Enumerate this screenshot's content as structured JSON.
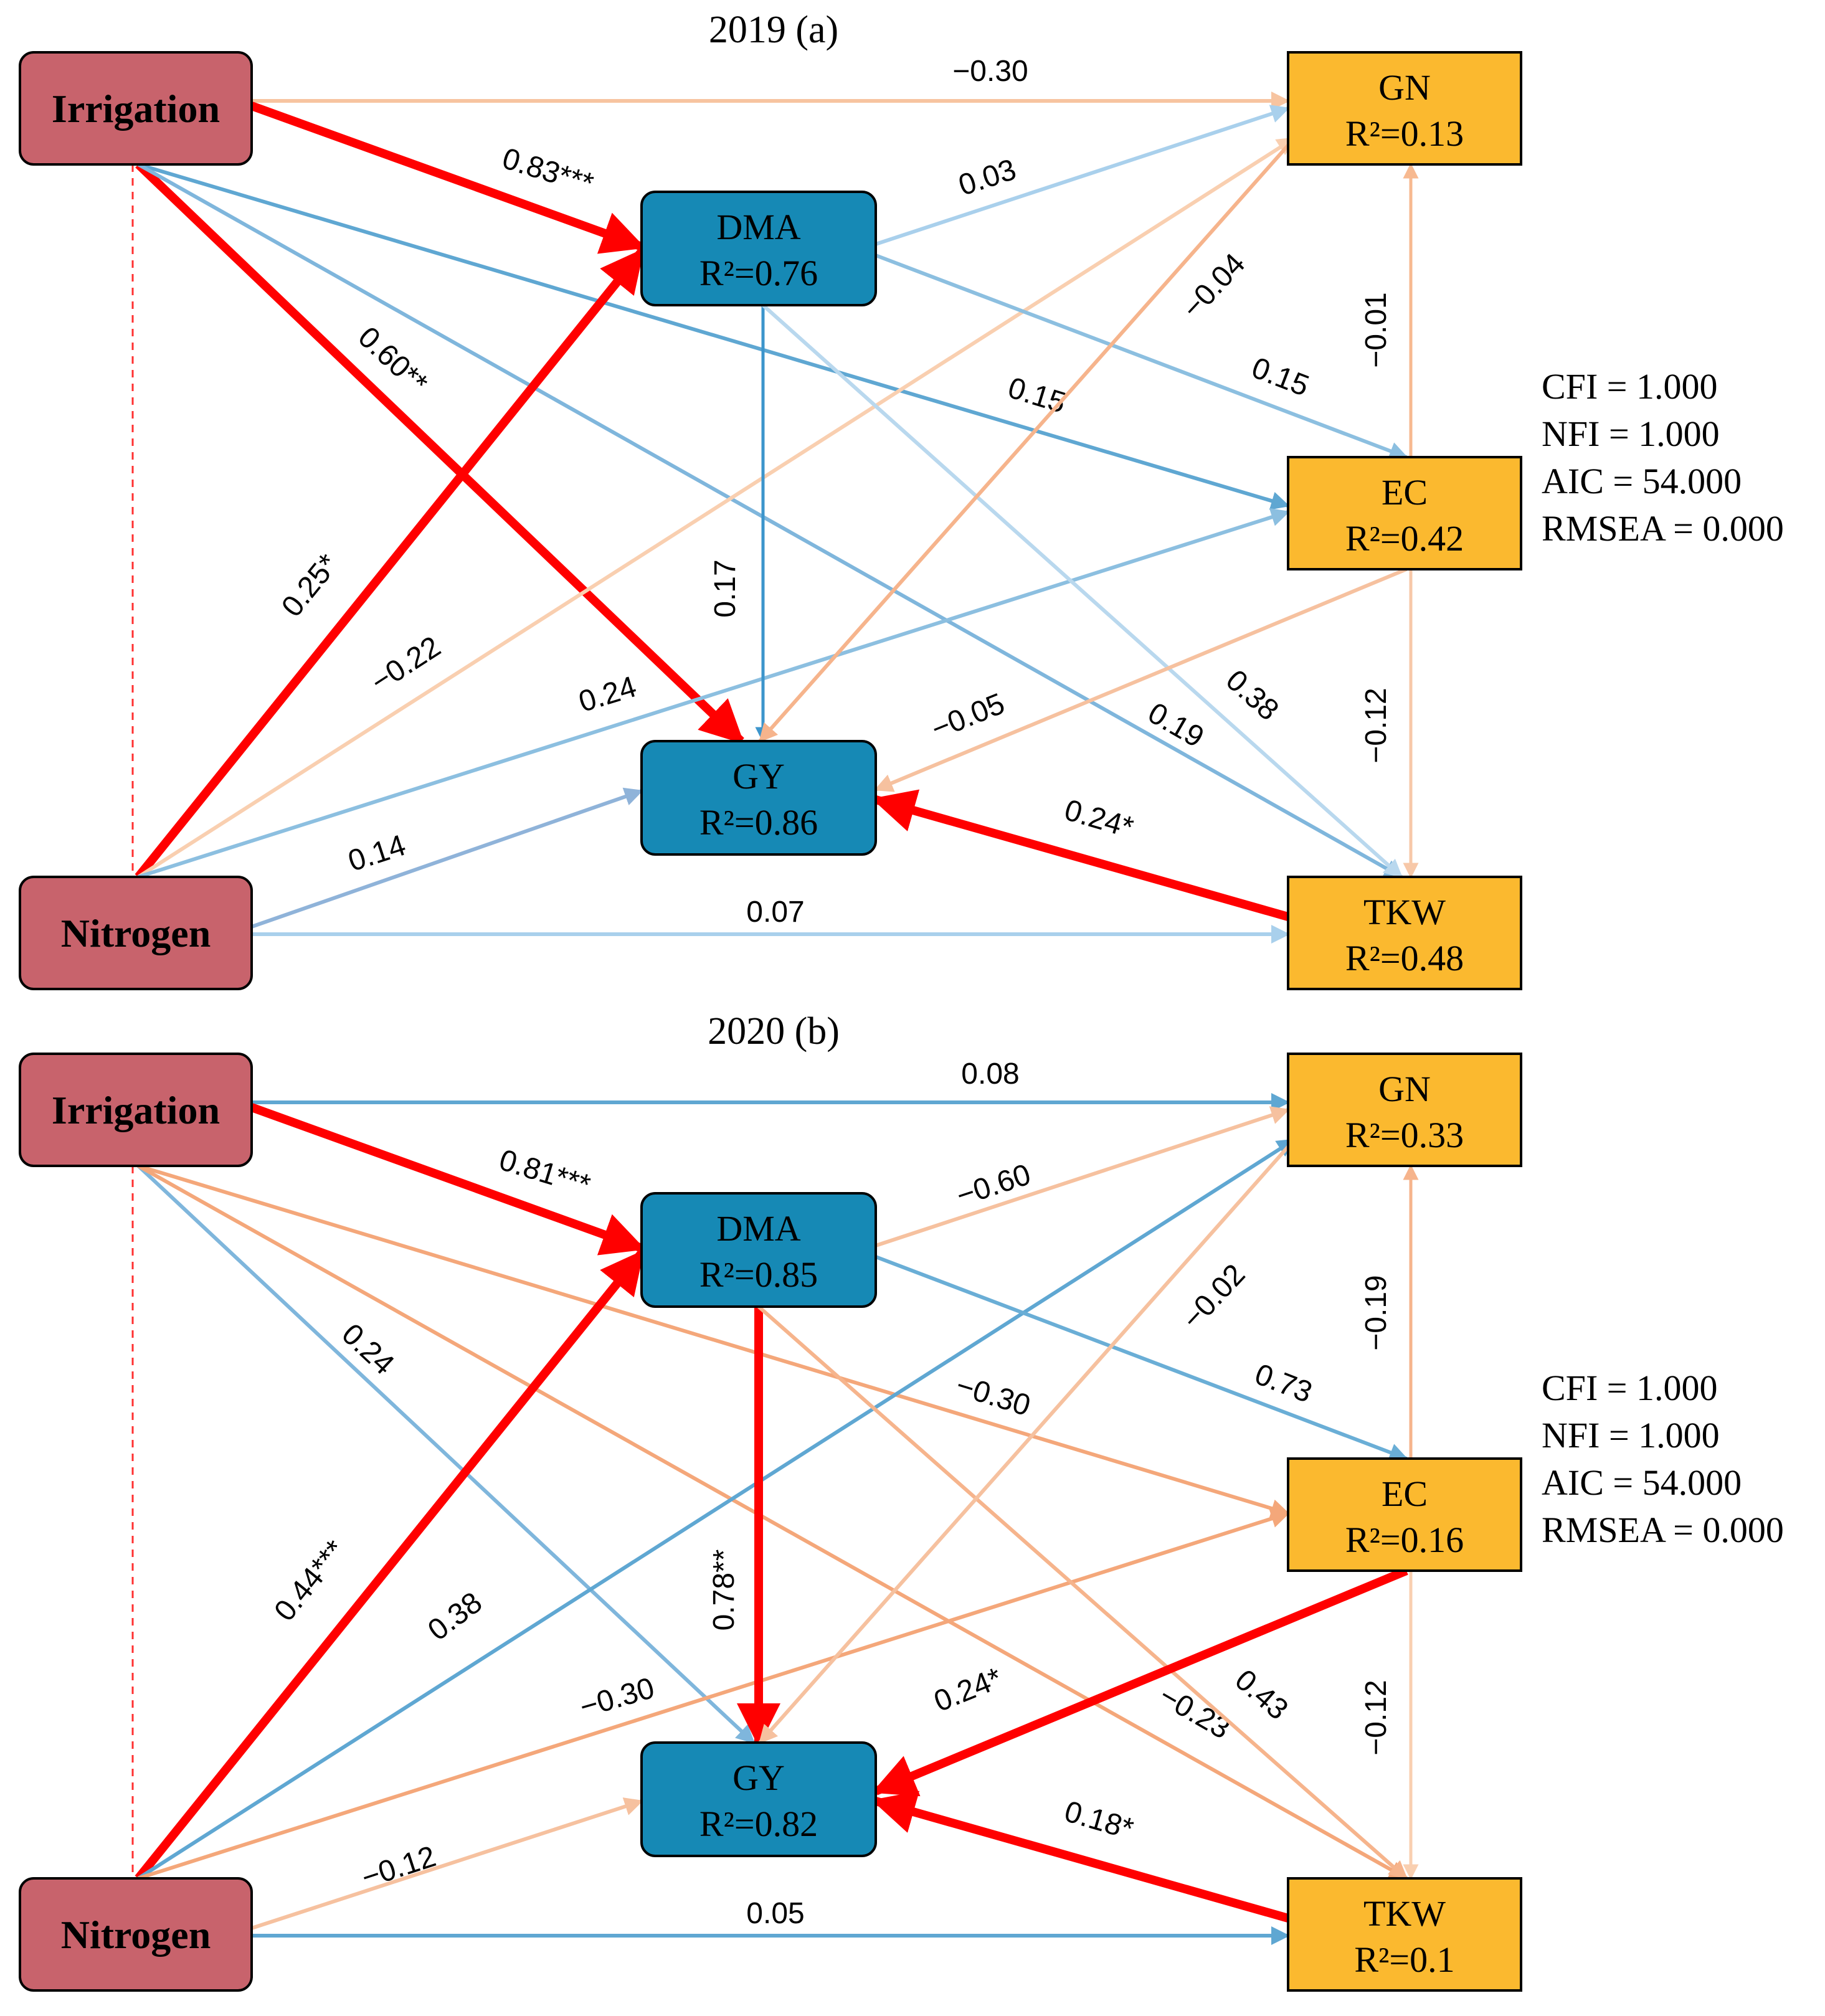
{
  "colors": {
    "exogenous_fill": "#c8636c",
    "mediator_fill": "#1689b5",
    "outcome_fill": "#fbb92f",
    "strong_positive": "#ff0000"
  },
  "panels": [
    {
      "title": "2019  (a)",
      "nodes": {
        "irrigation": {
          "name": "Irrigation",
          "r2": ""
        },
        "nitrogen": {
          "name": "Nitrogen",
          "r2": ""
        },
        "dma": {
          "name": "DMA",
          "r2": "R²=0.76"
        },
        "gy": {
          "name": "GY",
          "r2": "R²=0.86"
        },
        "gn": {
          "name": "GN",
          "r2": "R²=0.13"
        },
        "ec": {
          "name": "EC",
          "r2": "R²=0.42"
        },
        "tkw": {
          "name": "TKW",
          "r2": "R²=0.48"
        }
      },
      "paths": [
        {
          "from": "irrigation",
          "to": "gn",
          "label": "−0.30",
          "color": "#f7c4a0"
        },
        {
          "from": "irrigation",
          "to": "dma",
          "label": "0.83***",
          "color": "#ff0000"
        },
        {
          "from": "irrigation",
          "to": "gy",
          "label": "0.60**",
          "color": "#ff0000"
        },
        {
          "from": "irrigation",
          "to": "ec",
          "label": "0.15",
          "color": "#5fa7d2"
        },
        {
          "from": "irrigation",
          "to": "tkw",
          "label": "0.19",
          "color": "#7fb6dc"
        },
        {
          "from": "nitrogen",
          "to": "dma",
          "label": "0.25*",
          "color": "#ff0000"
        },
        {
          "from": "nitrogen",
          "to": "gn",
          "label": "−0.22",
          "color": "#f9cfb0"
        },
        {
          "from": "nitrogen",
          "to": "ec",
          "label": "0.24",
          "color": "#8cbfe0"
        },
        {
          "from": "nitrogen",
          "to": "gy",
          "label": "0.14",
          "color": "#8fb3d9"
        },
        {
          "from": "nitrogen",
          "to": "tkw",
          "label": "0.07",
          "color": "#a9d0ec"
        },
        {
          "from": "dma",
          "to": "gn",
          "label": "0.03",
          "color": "#a9d0ec"
        },
        {
          "from": "dma",
          "to": "ec",
          "label": "0.15",
          "color": "#8cbfe0"
        },
        {
          "from": "dma",
          "to": "gy",
          "label": "0.17",
          "color": "#3c95cc"
        },
        {
          "from": "dma",
          "to": "tkw",
          "label": "0.38",
          "color": "#b9d8ee"
        },
        {
          "from": "gn",
          "to": "gy",
          "label": "−0.04",
          "color": "#f6b48c"
        },
        {
          "from": "ec",
          "to": "gy",
          "label": "−0.05",
          "color": "#f6c19f"
        },
        {
          "from": "tkw",
          "to": "gy",
          "label": "0.24*",
          "color": "#ff0000"
        },
        {
          "from": "ec",
          "to": "gn",
          "label": "−0.01",
          "color": "#f7b990"
        },
        {
          "from": "ec",
          "to": "tkw",
          "label": "−0.12",
          "color": "#f7c8a8"
        }
      ],
      "fit": [
        "CFI = 1.000",
        "NFI = 1.000",
        "AIC = 54.000",
        "RMSEA = 0.000"
      ]
    },
    {
      "title": "2020  (b)",
      "nodes": {
        "irrigation": {
          "name": "Irrigation",
          "r2": ""
        },
        "nitrogen": {
          "name": "Nitrogen",
          "r2": ""
        },
        "dma": {
          "name": "DMA",
          "r2": "R²=0.85"
        },
        "gy": {
          "name": "GY",
          "r2": "R²=0.82"
        },
        "gn": {
          "name": "GN",
          "r2": "R²=0.33"
        },
        "ec": {
          "name": "EC",
          "r2": "R²=0.16"
        },
        "tkw": {
          "name": "TKW",
          "r2": "R²=0.1"
        }
      },
      "paths": [
        {
          "from": "irrigation",
          "to": "gn",
          "label": "0.08",
          "color": "#5fa7d2"
        },
        {
          "from": "irrigation",
          "to": "dma",
          "label": "0.81***",
          "color": "#ff0000"
        },
        {
          "from": "irrigation",
          "to": "gy",
          "label": "0.24",
          "color": "#7fb6dc"
        },
        {
          "from": "irrigation",
          "to": "ec",
          "label": "−0.30",
          "color": "#f4a77a"
        },
        {
          "from": "irrigation",
          "to": "tkw",
          "label": "−0.23",
          "color": "#f4a77a"
        },
        {
          "from": "nitrogen",
          "to": "dma",
          "label": "0.44***",
          "color": "#ff0000"
        },
        {
          "from": "nitrogen",
          "to": "gn",
          "label": "0.38",
          "color": "#5fa7d2"
        },
        {
          "from": "nitrogen",
          "to": "ec",
          "label": "−0.30",
          "color": "#f4a77a"
        },
        {
          "from": "nitrogen",
          "to": "gy",
          "label": "−0.12",
          "color": "#f6c19f"
        },
        {
          "from": "nitrogen",
          "to": "tkw",
          "label": "0.05",
          "color": "#5fa7d2"
        },
        {
          "from": "dma",
          "to": "gn",
          "label": "−0.60",
          "color": "#f6c19f"
        },
        {
          "from": "dma",
          "to": "ec",
          "label": "0.73",
          "color": "#6aaed6"
        },
        {
          "from": "dma",
          "to": "gy",
          "label": "0.78**",
          "color": "#ff0000"
        },
        {
          "from": "dma",
          "to": "tkw",
          "label": "0.43",
          "color": "#f6b48c"
        },
        {
          "from": "gn",
          "to": "gy",
          "label": "−0.02",
          "color": "#f6c19f"
        },
        {
          "from": "ec",
          "to": "gy",
          "label": "0.24*",
          "color": "#ff0000"
        },
        {
          "from": "tkw",
          "to": "gy",
          "label": "0.18*",
          "color": "#ff0000"
        },
        {
          "from": "ec",
          "to": "gn",
          "label": "−0.19",
          "color": "#f6b48c"
        },
        {
          "from": "ec",
          "to": "tkw",
          "label": "−0.12",
          "color": "#f9cfb0"
        }
      ],
      "fit": [
        "CFI = 1.000",
        "NFI = 1.000",
        "AIC = 54.000",
        "RMSEA = 0.000"
      ]
    }
  ]
}
